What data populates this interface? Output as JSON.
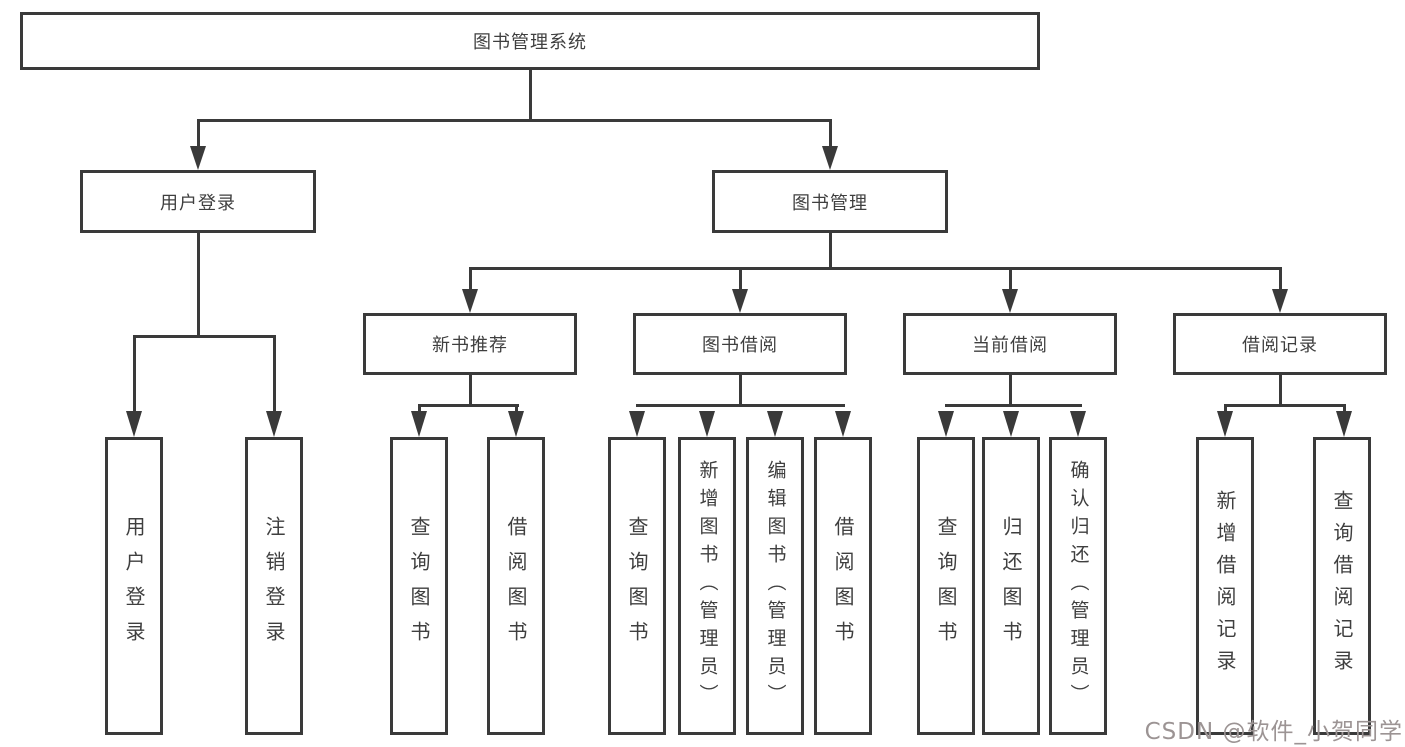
{
  "tree": {
    "root": "图书管理系统",
    "level2": [
      "用户登录",
      "图书管理"
    ],
    "management_children": [
      "新书推荐",
      "图书借阅",
      "当前借阅",
      "借阅记录"
    ],
    "login_children": [
      "用户登录",
      "注销登录"
    ],
    "recommend_children": [
      "查询图书",
      "借阅图书"
    ],
    "borrow_children": [
      "查询图书",
      "新增图书（管理员）",
      "编辑图书（管理员）",
      "借阅图书"
    ],
    "current_children": [
      "查询图书",
      "归还图书",
      "确认归还（管理员）"
    ],
    "records_children": [
      "新增借阅记录",
      "查询借阅记录"
    ]
  },
  "watermark": {
    "text": "CSDN @软件_小贺同学",
    "color": "#9c9494"
  },
  "colors": {
    "line": "#3a3a3a",
    "text": "#3f3f3f",
    "background": "#ffffff"
  }
}
